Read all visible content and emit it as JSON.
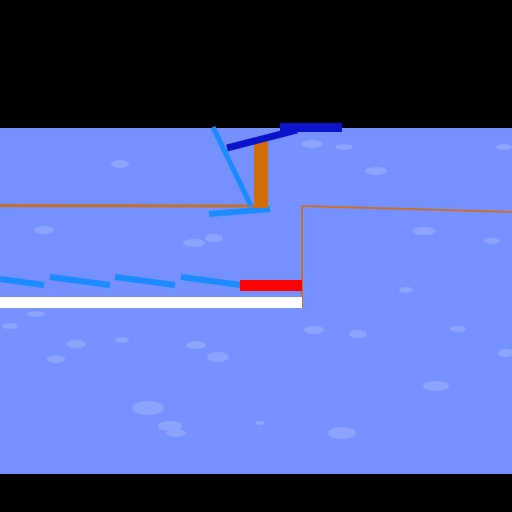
{
  "colors": {
    "letterbox": "#000000",
    "sky": "#7590FF",
    "cloud": "#8AA4FF",
    "terrain_line": "#C87028",
    "dashed_track": "#1A8CFF",
    "red_target": "#FF0000",
    "white_platform": "#FFFFFF",
    "arm_light": "#1A8CFF",
    "arm_dark": "#0A14C8",
    "post": "#D26E0A"
  },
  "icons": [
    "crane-arm",
    "support-post",
    "dashed-track",
    "target-block",
    "white-platform",
    "terrain-outline",
    "cloud-decoration"
  ]
}
